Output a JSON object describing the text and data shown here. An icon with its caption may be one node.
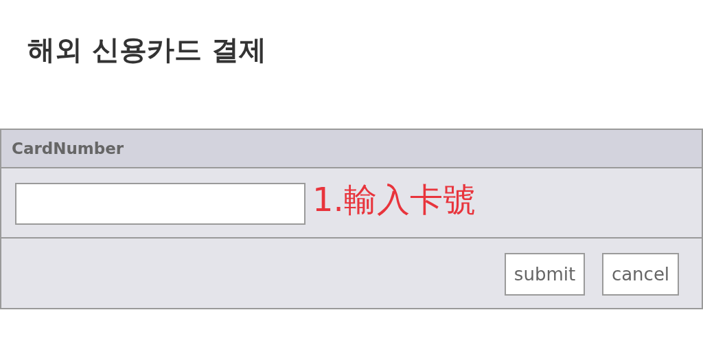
{
  "diagram": {
    "title": "해외 신용카드 결제",
    "nodes": [
      {
        "text": [
          "CardNumber"
        ]
      },
      {
        "text": [],
        "shape": "box",
        "in": 0
      },
      {
        "text": [
          "submit"
        ],
        "in": 0
      },
      {
        "text": [
          "cancel"
        ],
        "in": 0
      }
    ],
    "labels": [
      "1.輸入卡號"
    ]
  }
}
